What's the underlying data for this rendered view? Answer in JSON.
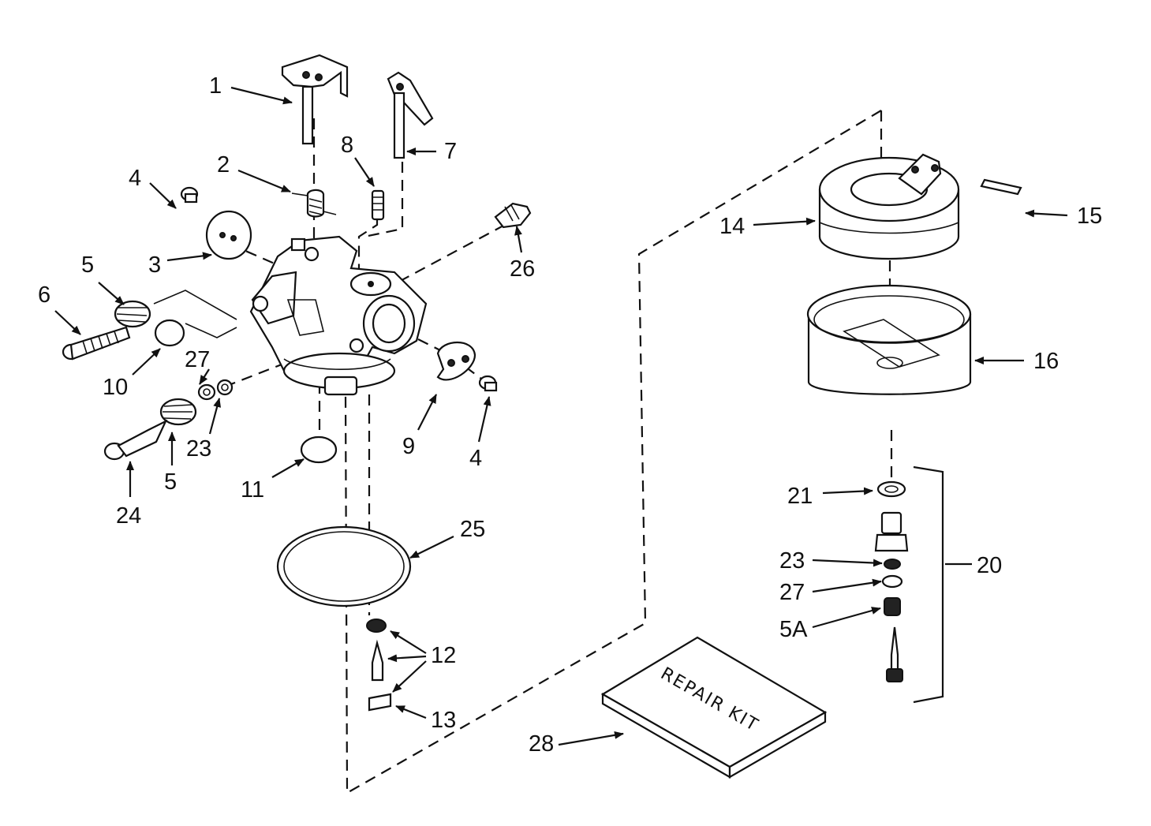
{
  "labels": {
    "p1": "1",
    "p2": "2",
    "p3": "3",
    "p4a": "4",
    "p4b": "4",
    "p5a": "5",
    "p5b": "5",
    "p5A": "5A",
    "p6": "6",
    "p7": "7",
    "p8": "8",
    "p9": "9",
    "p10": "10",
    "p11": "11",
    "p12": "12",
    "p13": "13",
    "p14": "14",
    "p15": "15",
    "p16": "16",
    "p20": "20",
    "p21": "21",
    "p23a": "23",
    "p23b": "23",
    "p24": "24",
    "p25": "25",
    "p26": "26",
    "p27a": "27",
    "p27b": "27",
    "p28": "28"
  },
  "kit_text": "REPAIR KIT"
}
